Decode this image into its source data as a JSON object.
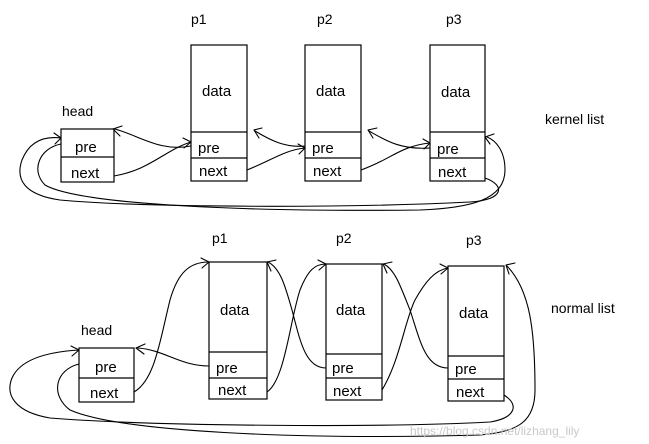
{
  "kernel_list": {
    "caption": "kernel list",
    "head": {
      "title": "head",
      "pre": "pre",
      "next": "next"
    },
    "nodes": [
      {
        "title": "p1",
        "data": "data",
        "pre": "pre",
        "next": "next"
      },
      {
        "title": "p2",
        "data": "data",
        "pre": "pre",
        "next": "next"
      },
      {
        "title": "p3",
        "data": "data",
        "pre": "pre",
        "next": "next"
      }
    ]
  },
  "normal_list": {
    "caption": "normal list",
    "head": {
      "title": "head",
      "pre": "pre",
      "next": "next"
    },
    "nodes": [
      {
        "title": "p1",
        "data": "data",
        "pre": "pre",
        "next": "next"
      },
      {
        "title": "p2",
        "data": "data",
        "pre": "pre",
        "next": "next"
      },
      {
        "title": "p3",
        "data": "data",
        "pre": "pre",
        "next": "next"
      }
    ]
  },
  "watermark": "https://blog.csdn.net/lizhang_lily"
}
